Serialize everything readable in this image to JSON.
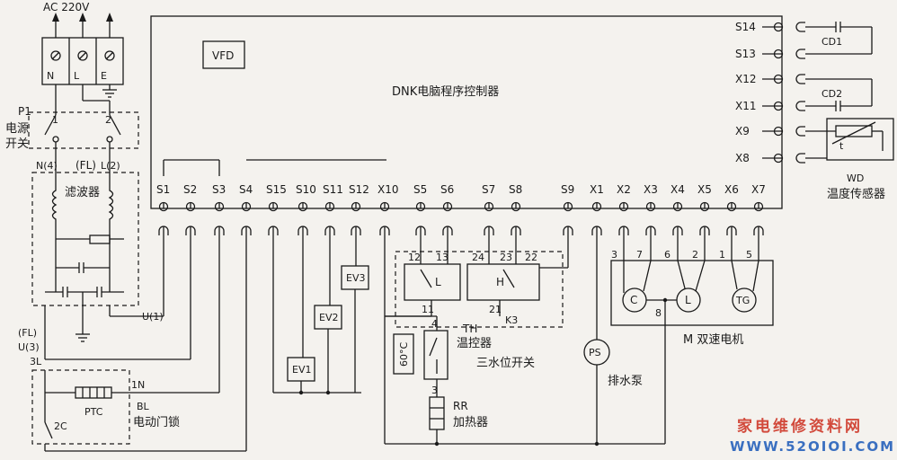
{
  "power": {
    "title": "AC 220V",
    "n": "N",
    "l": "L",
    "e": "E"
  },
  "p1": {
    "tag": "P1",
    "name_top": "电源",
    "name_bottom": "开关",
    "pin1": "1",
    "pin2": "2"
  },
  "filter": {
    "tag": "FL",
    "name": "滤波器",
    "n4": "N(4)",
    "l2": "L(2)",
    "u1": "U(1)",
    "fl": "(FL)",
    "u3": "U(3)",
    "l3": "3L"
  },
  "lock": {
    "ptc": "PTC",
    "n1": "1N",
    "bl": "BL",
    "c2": "2C",
    "name": "电动门锁"
  },
  "controller": {
    "vfd": "VFD",
    "title": "DNK电脑程序控制器"
  },
  "bottom_terminals": [
    "S1",
    "S2",
    "S3",
    "S4",
    "S15",
    "S10",
    "S11",
    "S12",
    "X10",
    "S5",
    "S6",
    "S7",
    "S8",
    "S9",
    "X1",
    "X2",
    "X3",
    "X4",
    "X5",
    "X6",
    "X7"
  ],
  "right_terminals": [
    "S14",
    "S13",
    "X12",
    "X11",
    "X9",
    "X8"
  ],
  "valves": [
    "EV1",
    "EV2",
    "EV3"
  ],
  "water_switch": {
    "pins_left": [
      "12",
      "13",
      "11"
    ],
    "pins_right": [
      "24",
      "23",
      "22",
      "21"
    ],
    "l": "L",
    "h": "H",
    "k3": "K3",
    "name": "三水位开关"
  },
  "thermostat": {
    "tag": "TH",
    "name": "温控器",
    "temp": "60°C",
    "pin4": "4",
    "pin3": "3"
  },
  "heater": {
    "tag": "RR",
    "name": "加热器"
  },
  "pump": {
    "tag": "PS",
    "name": "排水泵"
  },
  "motor": {
    "pins": [
      "3",
      "7",
      "6",
      "2",
      "1",
      "5"
    ],
    "c": "C",
    "l": "L",
    "tg": "TG",
    "pin8": "8",
    "name": "M  双速电机"
  },
  "caps": [
    "CD1",
    "CD2"
  ],
  "sensor": {
    "tag": "WD",
    "name": "温度传感器",
    "t": "t"
  },
  "watermark": {
    "cn": "家电维修资料网",
    "url": "WWW.52OIOI.COM"
  }
}
